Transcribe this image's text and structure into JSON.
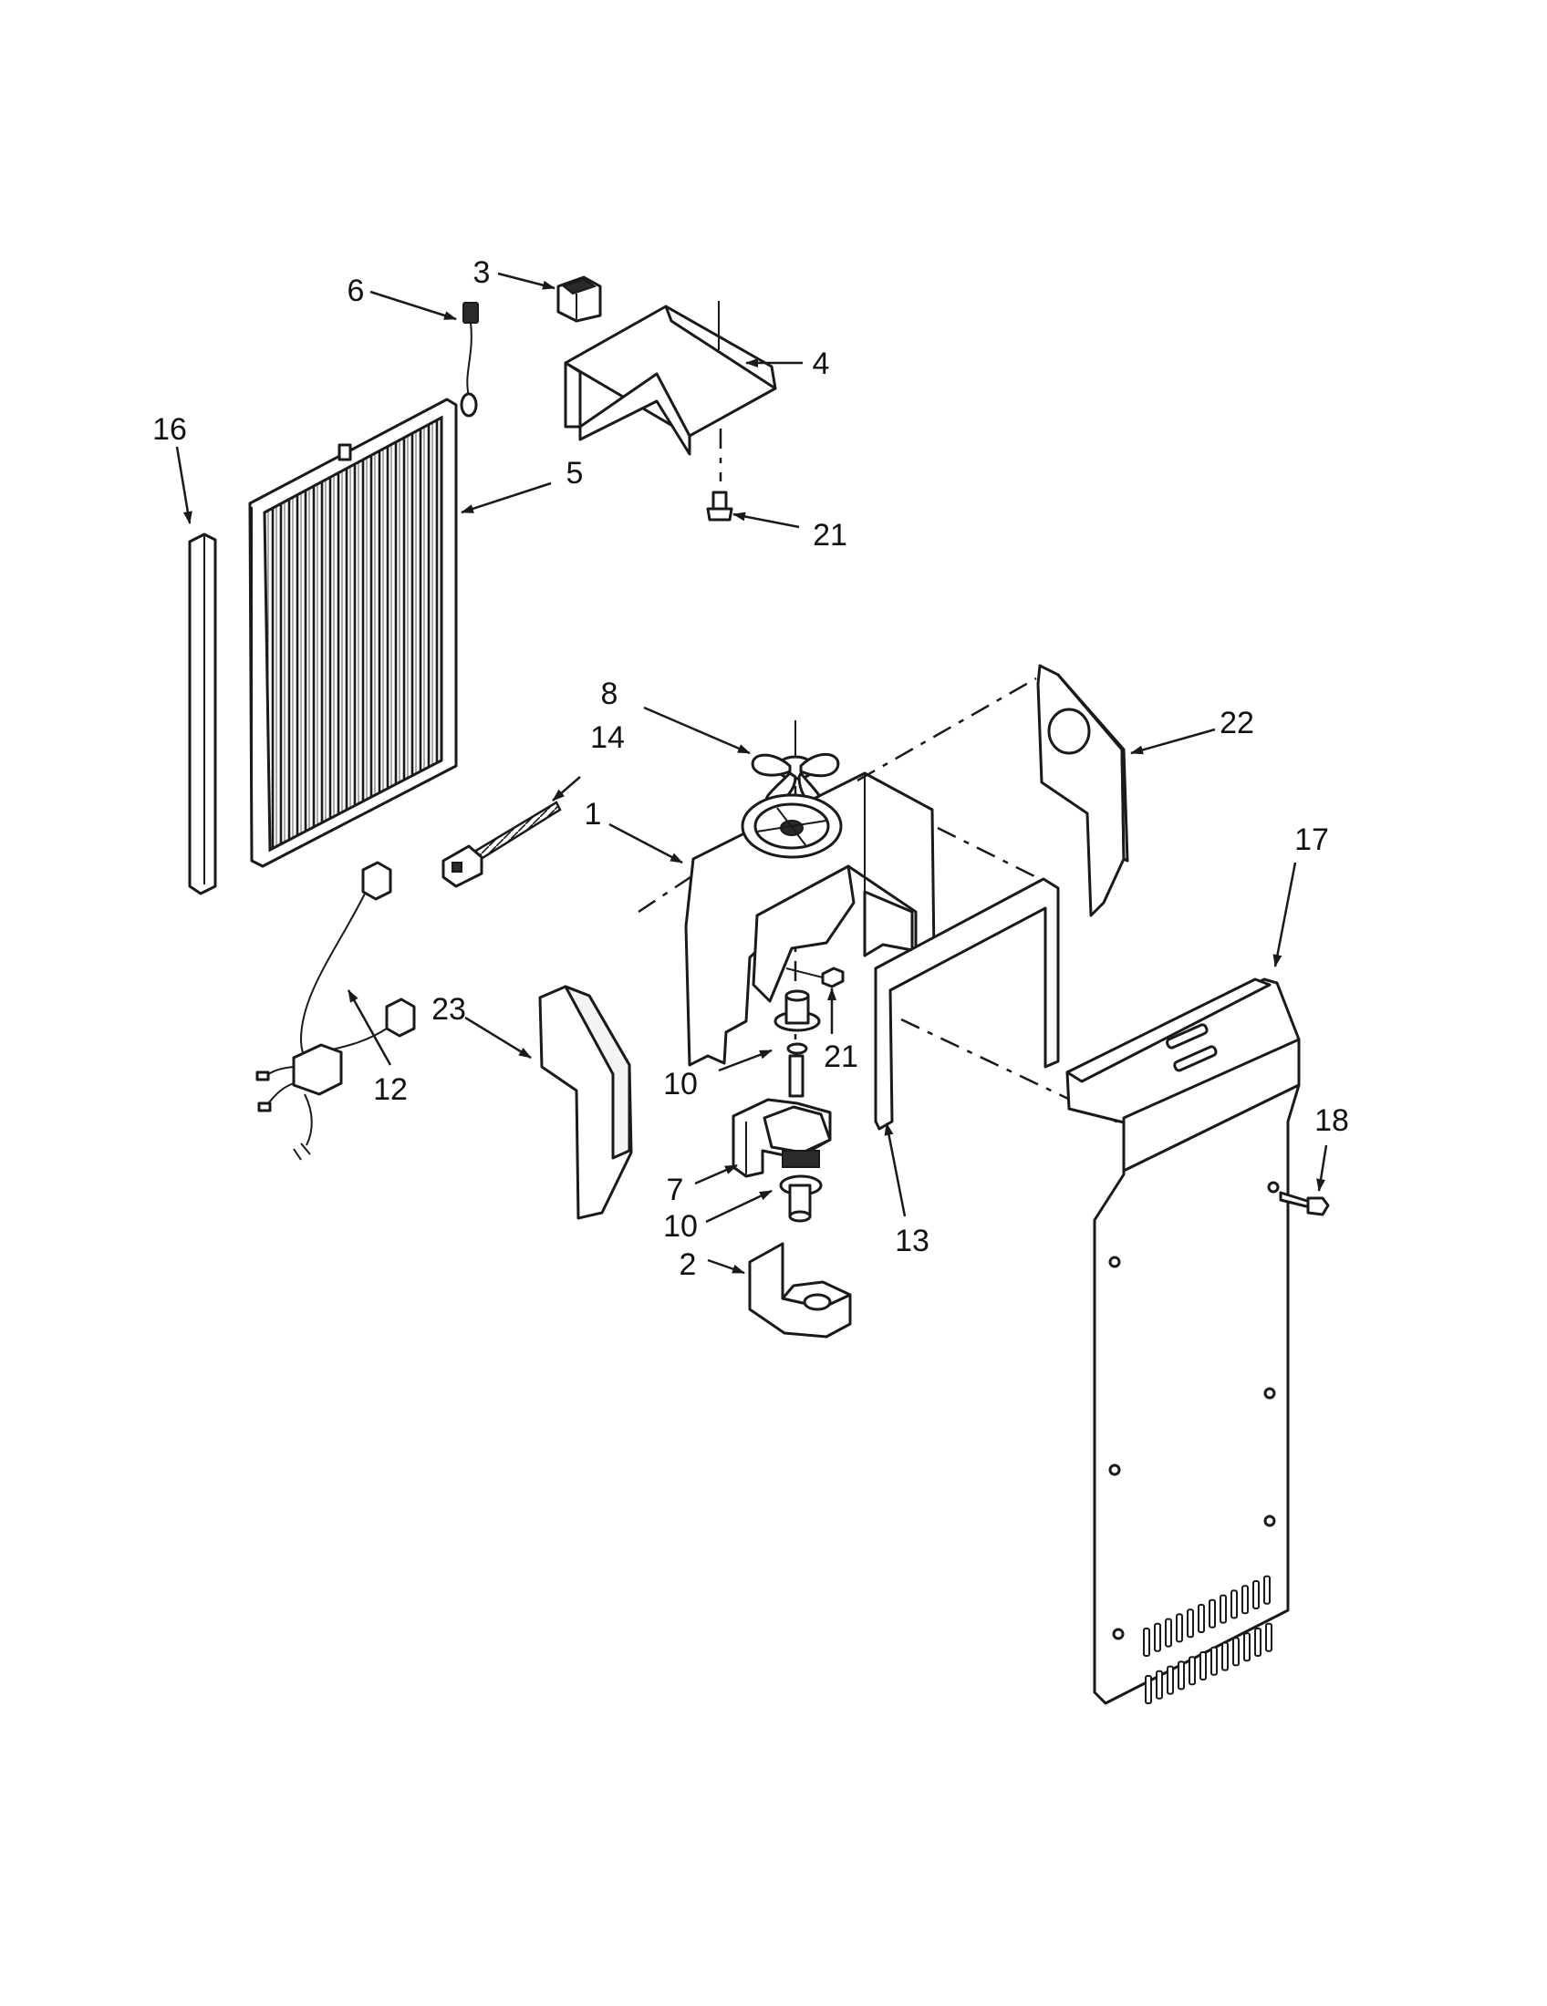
{
  "callouts": [
    {
      "id": "c3",
      "text": "3"
    },
    {
      "id": "c6",
      "text": "6"
    },
    {
      "id": "c4",
      "text": "4"
    },
    {
      "id": "c16",
      "text": "16"
    },
    {
      "id": "c5",
      "text": "5"
    },
    {
      "id": "c21a",
      "text": "21"
    },
    {
      "id": "c8",
      "text": "8"
    },
    {
      "id": "c14",
      "text": "14"
    },
    {
      "id": "c22",
      "text": "22"
    },
    {
      "id": "c1",
      "text": "1"
    },
    {
      "id": "c17",
      "text": "17"
    },
    {
      "id": "c23",
      "text": "23"
    },
    {
      "id": "c21b",
      "text": "21"
    },
    {
      "id": "c10a",
      "text": "10"
    },
    {
      "id": "c12",
      "text": "12"
    },
    {
      "id": "c18",
      "text": "18"
    },
    {
      "id": "c7",
      "text": "7"
    },
    {
      "id": "c10b",
      "text": "10"
    },
    {
      "id": "c13",
      "text": "13"
    },
    {
      "id": "c2",
      "text": "2"
    }
  ]
}
